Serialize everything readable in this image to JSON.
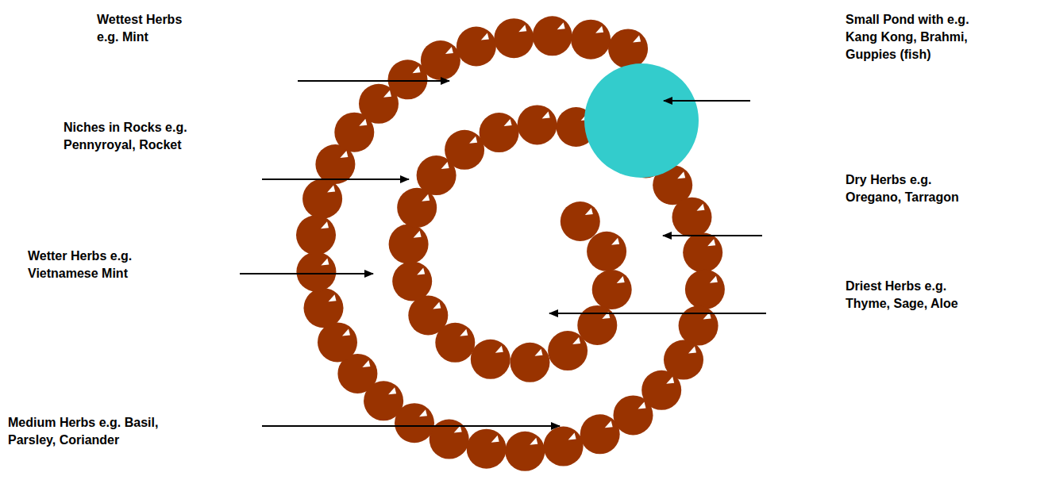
{
  "diagram": {
    "labels": [
      "Wettest Herbs e.g. Mint",
      "Niches in Rocks e.g. Pennyroyal, Rocket",
      "Wetter Herbs e.g. Vietnamese Mint",
      "Medium Herbs e.g. Basil, Parsley, Coriander",
      "Small Pond with e.g. Kang Kong, Brahmi, Guppies (fish)",
      "Dry Herbs e.g. Oregano, Tarragon",
      "Driest Herbs e.g. Thyme, Sage, Aloe"
    ]
  }
}
